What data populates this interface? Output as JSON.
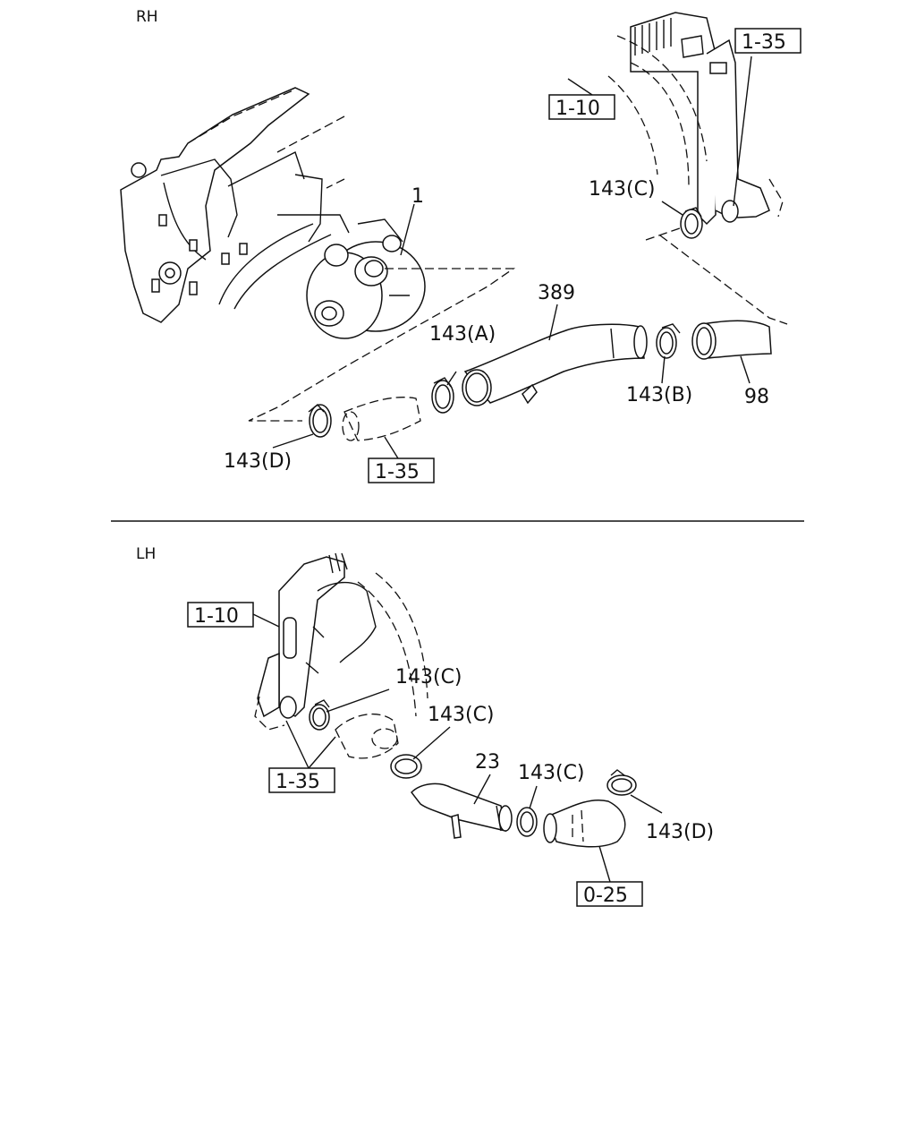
{
  "sections": {
    "rh": {
      "title": "RH",
      "refs": {
        "r1_35_top": "1-35",
        "r1_10_top": "1-10",
        "r1_35_bottom": "1-35"
      },
      "parts": {
        "p1": "1",
        "p389": "389",
        "p143a": "143(A)",
        "p143b": "143(B)",
        "p143c": "143(C)",
        "p143d": "143(D)",
        "p98": "98"
      }
    },
    "lh": {
      "title": "LH",
      "refs": {
        "r1_10": "1-10",
        "r1_35": "1-35",
        "r0_25": "0-25"
      },
      "parts": {
        "p143c_1": "143(C)",
        "p143c_2": "143(C)",
        "p143c_3": "143(C)",
        "p143d": "143(D)",
        "p23": "23"
      }
    }
  }
}
